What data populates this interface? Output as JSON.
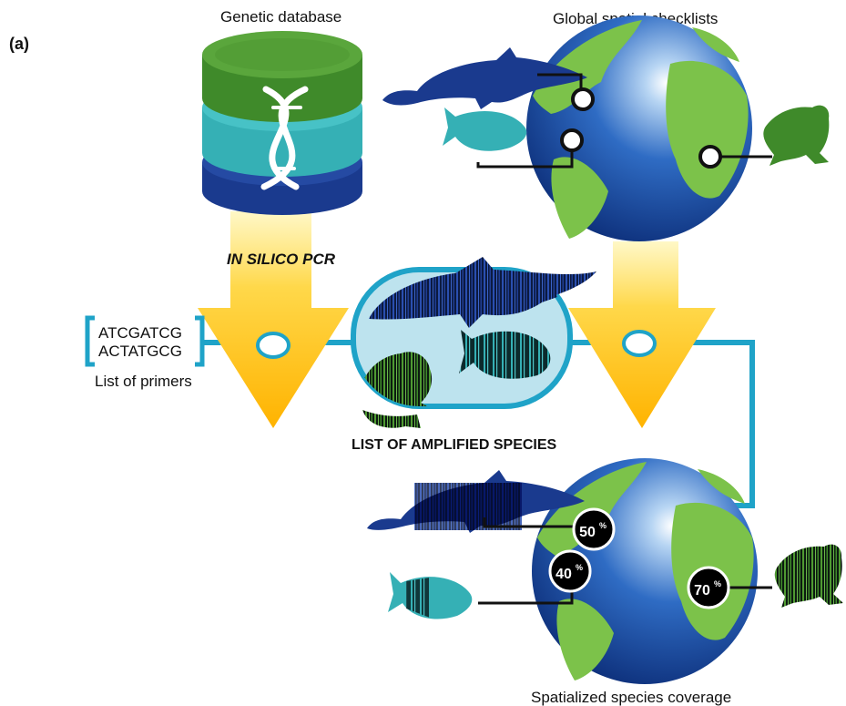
{
  "panel_label": "(a)",
  "labels": {
    "genetic_database": "Genetic database",
    "global_checklists": "Global spatial checklists",
    "in_silico_pcr": "IN SILICO PCR",
    "primer_seq_1": "ATCGATCG",
    "primer_seq_2": "ACTATGCG",
    "list_of_primers": "List of primers",
    "amplified_species": "LIST OF AMPLIFIED SPECIES",
    "spatialized_coverage": "Spatialized species coverage"
  },
  "coverage": {
    "dolphin": {
      "value": "50",
      "unit": "%"
    },
    "fish": {
      "value": "40",
      "unit": "%"
    },
    "frog": {
      "value": "70",
      "unit": "%"
    }
  },
  "colors": {
    "dark_blue": "#1a3a8e",
    "teal": "#35b0b5",
    "green": "#3f8a2a",
    "light_blue": "#bde3ee",
    "cyan_line": "#1fa3c8",
    "arrow_yellow": "#ffc21a",
    "globe_land": "#7cc24a",
    "globe_ocean": "#1f4fa6"
  },
  "icons": [
    "database-icon",
    "dna-icon",
    "globe-icon",
    "dolphin-icon",
    "fish-icon",
    "frog-icon",
    "funnel-arrow-icon"
  ]
}
